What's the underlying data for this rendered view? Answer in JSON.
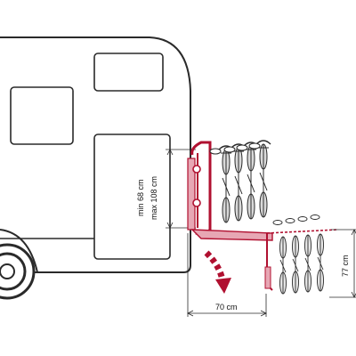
{
  "diagram": {
    "labels": {
      "height_min": "min 68 cm",
      "height_max": "max 108 cm",
      "depth": "70 cm",
      "lowered_height": "77 cm"
    },
    "colors": {
      "outline": "#2a2a2a",
      "accent": "#b01030",
      "accent_light": "#e7a7b4",
      "bike_light": "#d9d9d9",
      "vehicle_fill": "#ffffff"
    }
  }
}
